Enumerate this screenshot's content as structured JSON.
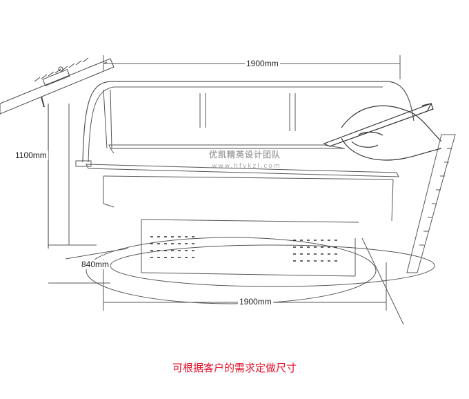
{
  "dimensions": {
    "top_width": "1900mm",
    "height": "1100mm",
    "depth": "840mm",
    "bottom_width": "1900mm"
  },
  "watermark": {
    "name": "优凯精英设计团队",
    "url": "www.hfykzl.com"
  },
  "caption": "可根据客户的需求定做尺寸",
  "colors": {
    "line": "#555555",
    "caption": "#e8102a"
  },
  "icons": {
    "left_tool": "ruler-caliper-icon",
    "hand": "hand-with-pencil-icon",
    "right_tool": "vertical-ruler-icon"
  }
}
